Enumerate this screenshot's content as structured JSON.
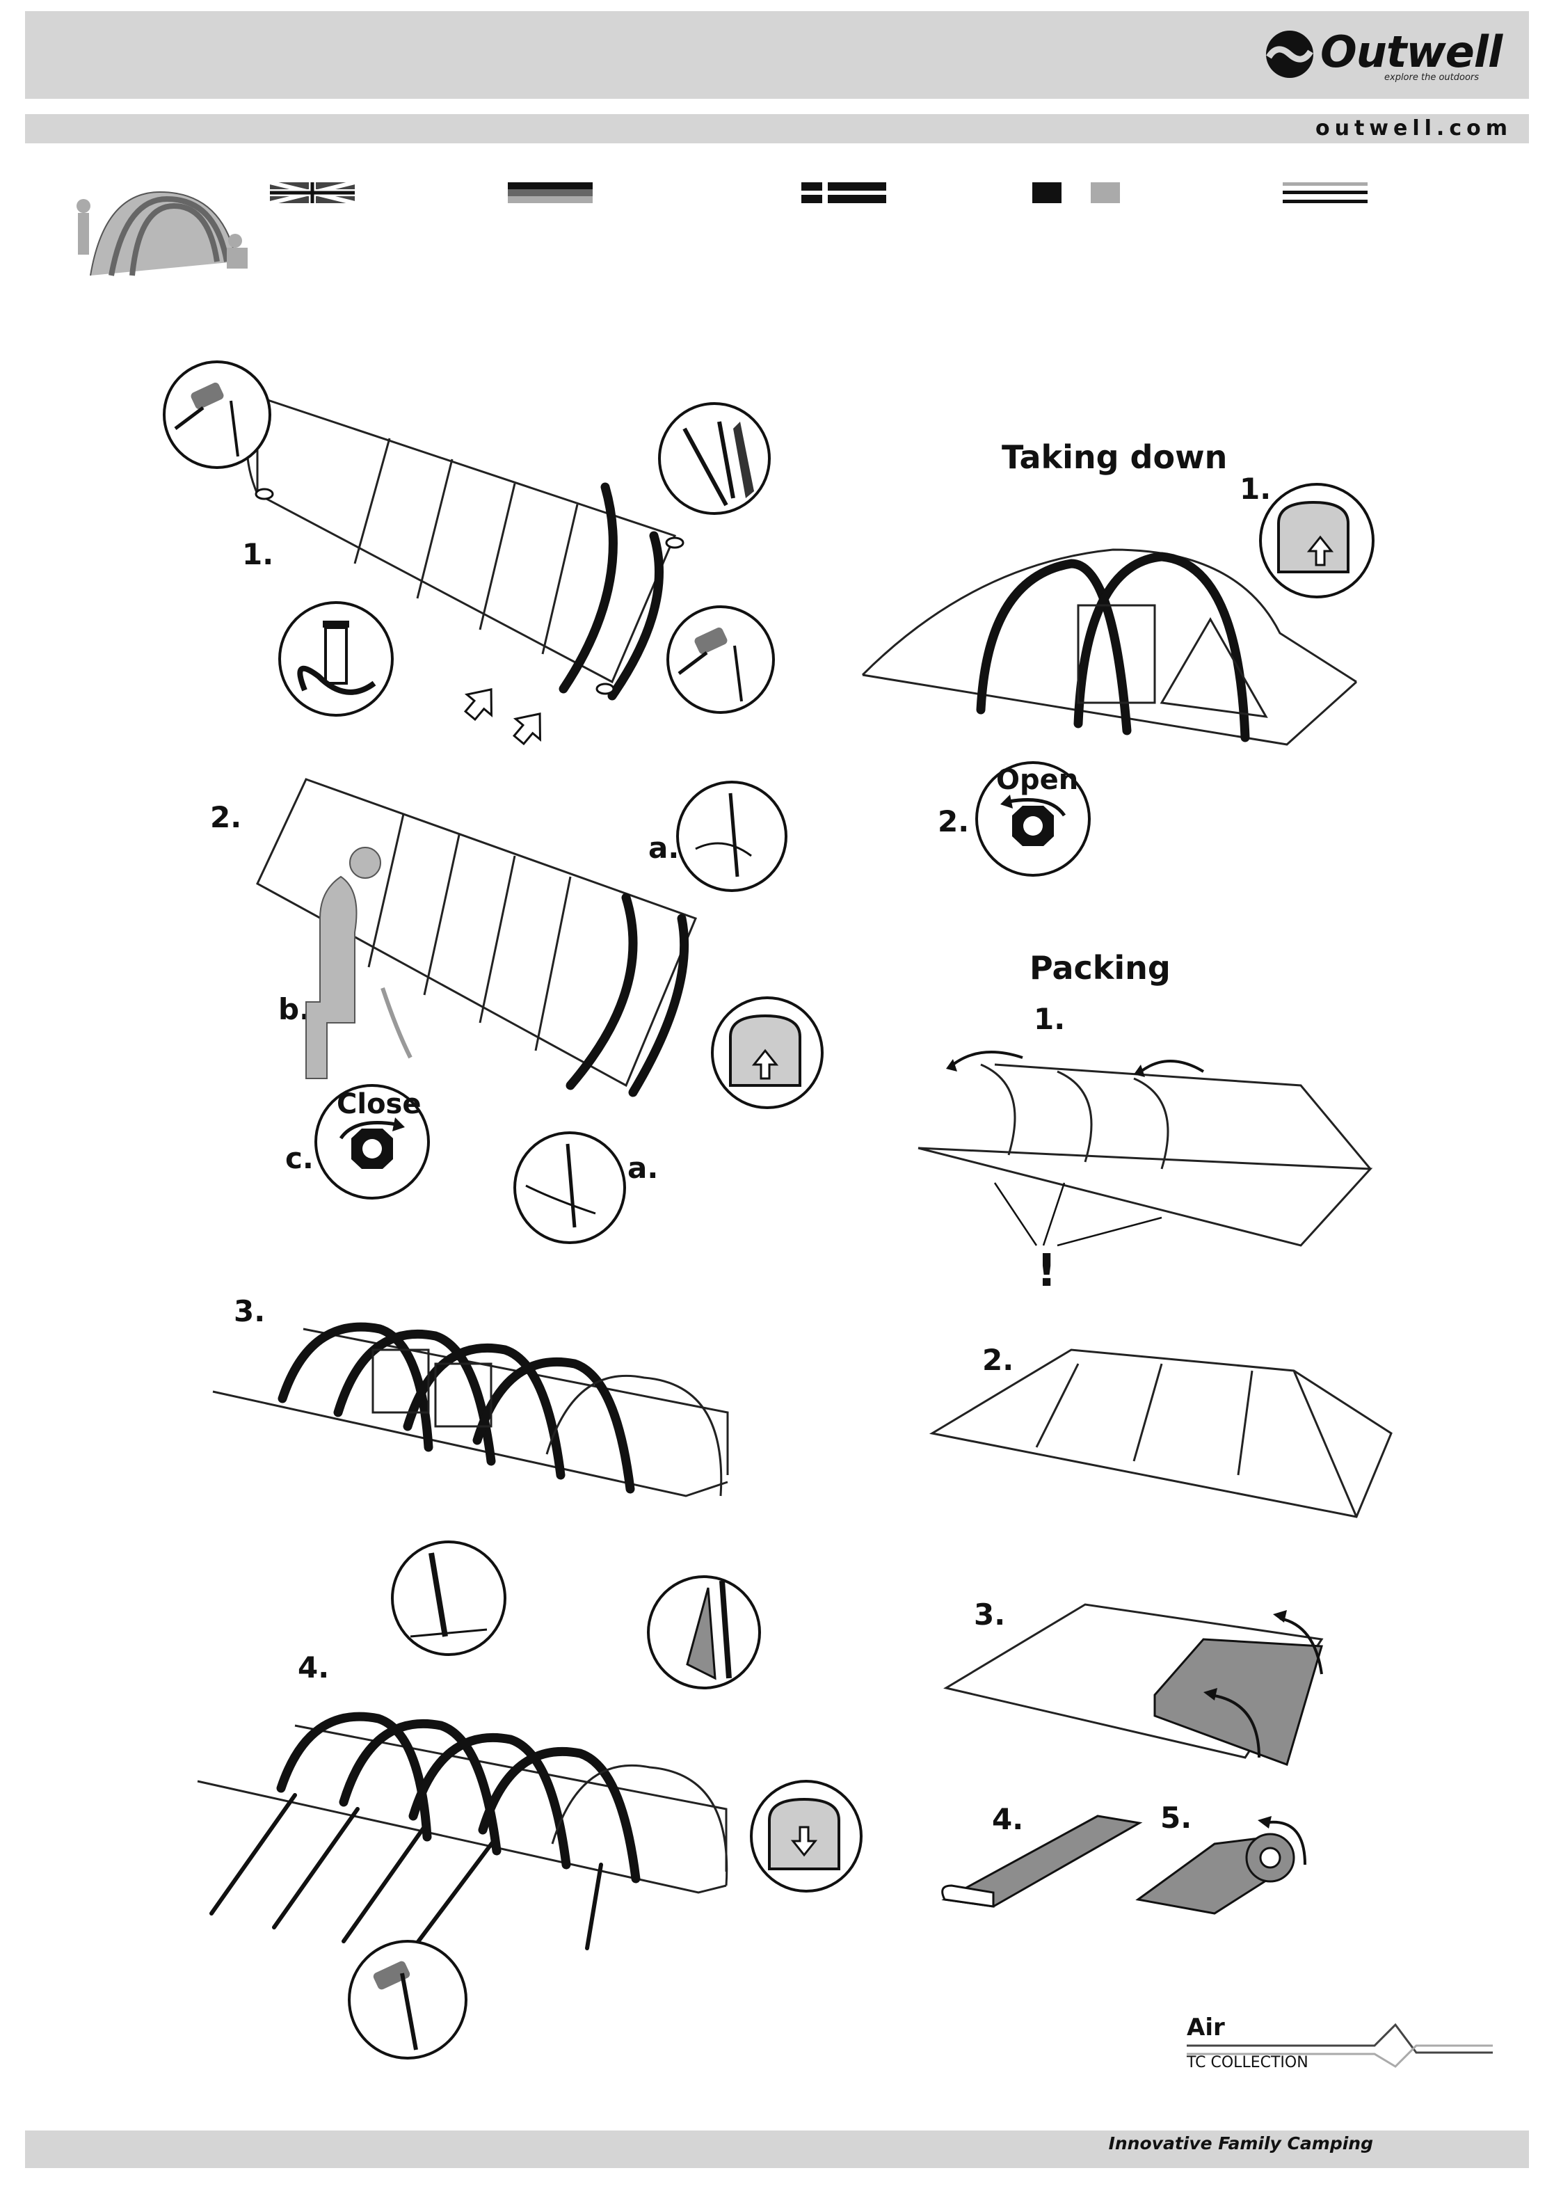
{
  "header": {
    "brand": "Outwell",
    "brand_tagline": "explore the outdoors",
    "url": "outwell.com"
  },
  "sections": {
    "taking_down": "Taking down",
    "packing": "Packing"
  },
  "pitching_steps": {
    "s1": "1.",
    "s2": "2.",
    "s2a_top": "a.",
    "s2a_bottom": "a.",
    "s2b": "b.",
    "s2c": "c.",
    "close_label": "Close",
    "s3": "3.",
    "s4": "4."
  },
  "taking_down_steps": {
    "s1": "1.",
    "s2": "2.",
    "open_label": "Open"
  },
  "packing_steps": {
    "s1": "1.",
    "warning": "!",
    "s2": "2.",
    "s3": "3.",
    "s4": "4.",
    "s5": "5."
  },
  "footer": {
    "collection_name": "Air",
    "collection_sub": "TC COLLECTION",
    "tagline": "Innovative Family Camping"
  },
  "colors": {
    "band_grey": "#d5d5d5",
    "ink": "#111111",
    "panel_grey": "#8d8d8d"
  },
  "icons": [
    "outwell-logo-icon",
    "uk-flag-icon",
    "german-flag-icon",
    "dutch-flag-icon",
    "danish-flag-icon",
    "swedish-flag-icon",
    "tent-silhouette-icon",
    "mallet-icon",
    "pump-icon",
    "peg-icon",
    "open-valve-icon",
    "close-valve-icon",
    "door-zip-icon",
    "arrow-icon"
  ]
}
